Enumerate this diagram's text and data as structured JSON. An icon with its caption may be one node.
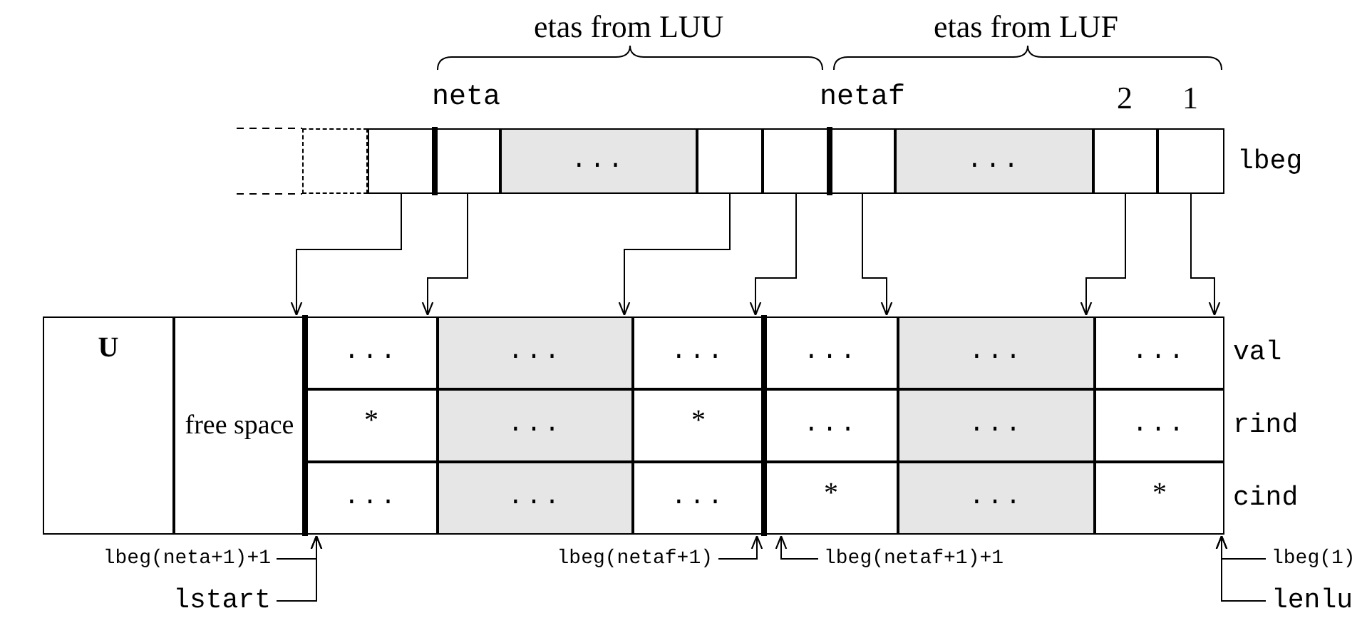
{
  "diagram": {
    "nodes": [
      {
        "text": [],
        "shape": "box"
      },
      {
        "text": [],
        "shape": "box"
      },
      {
        "text": [],
        "shape": "box"
      },
      {
        "text": [
          "..."
        ]
      },
      {
        "text": [],
        "shape": "box"
      },
      {
        "text": [],
        "shape": "box"
      },
      {
        "text": [],
        "shape": "box"
      },
      {
        "text": [
          "..."
        ]
      },
      {
        "text": [],
        "shape": "box"
      },
      {
        "text": [],
        "shape": "box"
      },
      {
        "text": [
          "U"
        ]
      },
      {
        "text": [
          "free space"
        ]
      },
      {
        "text": [
          "..."
        ]
      },
      {
        "text": [
          "..."
        ]
      },
      {
        "text": [
          "..."
        ]
      },
      {
        "text": [
          "..."
        ]
      },
      {
        "text": [
          "..."
        ]
      },
      {
        "text": [
          "..."
        ]
      },
      {
        "text": [
          "*"
        ]
      },
      {
        "text": [
          "..."
        ]
      },
      {
        "text": [
          "*"
        ]
      },
      {
        "text": [
          "..."
        ]
      },
      {
        "text": [
          "..."
        ]
      },
      {
        "text": [
          "..."
        ]
      },
      {
        "text": [
          "..."
        ]
      },
      {
        "text": [
          "..."
        ]
      },
      {
        "text": [
          "..."
        ]
      },
      {
        "text": [
          "*"
        ]
      },
      {
        "text": [
          "..."
        ]
      },
      {
        "text": [
          "*"
        ]
      },
      {
        "text": [
          "lbeg(neta+1)+1"
        ]
      },
      {
        "text": [
          "lbeg(netaf+1)"
        ]
      },
      {
        "text": [
          "lbeg(netaf+1)+1"
        ]
      },
      {
        "text": [
          "lbeg(1)"
        ]
      },
      {
        "text": [
          "lstart"
        ]
      },
      {
        "text": [
          "lenlu"
        ]
      }
    ],
    "edges": [
      {
        "from": 1,
        "to": 12,
        "arrow": "to"
      },
      {
        "from": 2,
        "to": 12,
        "arrow": "to"
      },
      {
        "from": 4,
        "to": 14,
        "arrow": "to"
      },
      {
        "from": 5,
        "to": 14,
        "arrow": "to"
      },
      {
        "from": 6,
        "to": 15,
        "arrow": "to"
      },
      {
        "from": 8,
        "to": 17,
        "arrow": "to"
      },
      {
        "from": 9,
        "to": 17,
        "arrow": "to"
      },
      {
        "from": 30,
        "to": 24,
        "arrow": "to"
      },
      {
        "from": 31,
        "to": 26,
        "arrow": "to"
      },
      {
        "from": 32,
        "to": 27,
        "arrow": "to"
      },
      {
        "from": 33,
        "to": 29,
        "arrow": "to"
      },
      {
        "from": 34,
        "to": 24,
        "arrow": "to"
      },
      {
        "from": 35,
        "to": 29,
        "arrow": "to"
      }
    ],
    "labels": [
      "etas from LUU",
      "etas from LUF",
      "neta",
      "netaf",
      "2",
      "1",
      "lbeg",
      "val",
      "rind",
      "cind"
    ]
  }
}
